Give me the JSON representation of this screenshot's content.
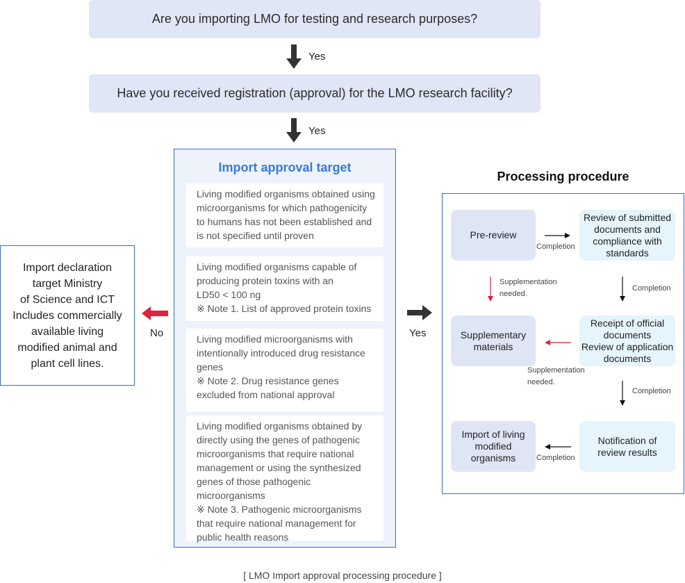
{
  "questions": {
    "q1": "Are you importing LMO for testing and research purposes?",
    "q2": "Have you received registration (approval) for the LMO research facility?",
    "yes1": "Yes",
    "yes2": "Yes"
  },
  "import_target": {
    "title": "Import approval target",
    "items": [
      "Living modified organisms obtained using\nmicroorganisms for which pathogenicity\nto humans has not been established and\nis not specified until proven",
      "Living modified organisms capable of\nproducing protein toxins with an\nLD50 < 100 ng\n※ Note 1. List of approved protein toxins",
      "Living modified microorganisms with\nintentionally introduced drug resistance\ngenes\n※ Note 2. Drug resistance genes\nexcluded from national approval",
      "Living modified organisms obtained by\ndirectly using the genes of pathogenic\nmicroorganisms that require national\nmanagement or using the synthesized\ngenes of those pathogenic microorganisms\n※ Note 3. Pathogenic microorganisms\nthat require national management for\npublic health reasons"
    ]
  },
  "no_branch": {
    "label": "No",
    "text": "Import declaration\ntarget Ministry\nof Science and ICT\nIncludes commercially\navailable living\nmodified animal and\nplant cell lines."
  },
  "yes_branch": {
    "label": "Yes"
  },
  "procedure": {
    "title": "Processing procedure",
    "steps": {
      "pre_review": "Pre-review",
      "review": "Review of submitted\ndocuments and\ncompliance with\nstandards",
      "supplementary": "Supplementary\nmaterials",
      "receipt": "Receipt of official\ndocuments\nReview of application\ndocuments",
      "import": "Import of living\nmodified\norganisms",
      "notification": "Notification of\nreview results"
    },
    "labels": {
      "completion_1": "Completion",
      "completion_2": "Completion",
      "completion_3": "Completion",
      "completion_4": "Completion",
      "supplementation_1": "Supplementation\nneeded.",
      "supplementation_2": "Supplementation\nneeded."
    }
  },
  "caption": "[ LMO Import approval processing procedure ]",
  "colors": {
    "question_bg": "#e1e6f6",
    "accent_blue": "#2e6bd6",
    "title_blue": "#3a79e0",
    "red_arrow": "#e0213f",
    "dark_arrow": "#333333"
  }
}
